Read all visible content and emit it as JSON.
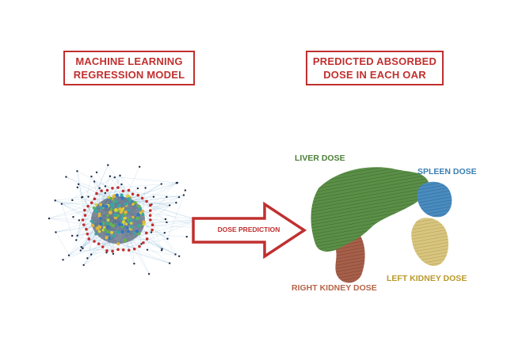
{
  "titles": {
    "model": {
      "line1": "MACHINE LEARNING",
      "line2": "REGRESSION MODEL"
    },
    "dose": {
      "line1": "PREDICTED ABSORBED",
      "line2": "DOSE IN EACH OAR"
    }
  },
  "arrow": {
    "label": "DOSE PREDICTION"
  },
  "organs": {
    "liver": "LIVER DOSE",
    "spleen": "SPLEEN DOSE",
    "left_kidney": "LEFT KIDNEY DOSE",
    "right_kidney": "RIGHT KIDNEY DOSE"
  },
  "colors": {
    "accent_red": "#c0302f",
    "liver": "#5b8f47",
    "spleen": "#4a8cbf",
    "left_kidney": "#d6c27a",
    "right_kidney": "#a6604a"
  }
}
